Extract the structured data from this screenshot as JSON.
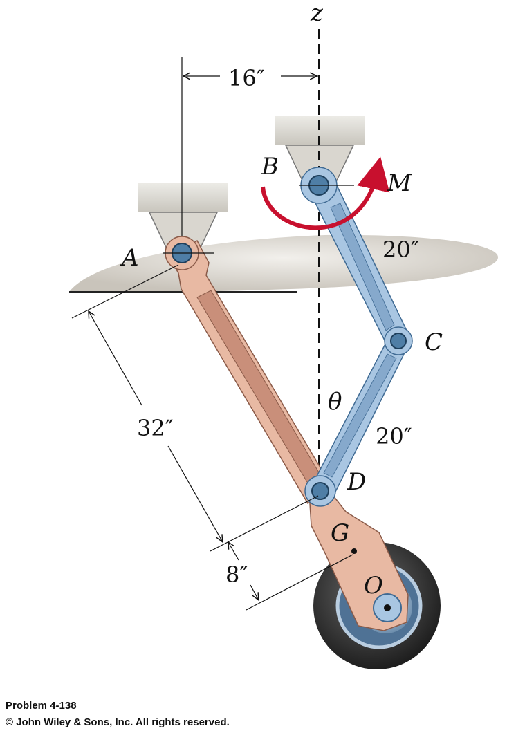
{
  "labels": {
    "z": "z",
    "A": "A",
    "B": "B",
    "C": "C",
    "D": "D",
    "G": "G",
    "O": "O",
    "M": "M",
    "theta": "θ"
  },
  "dimensions": {
    "ab_horizontal": "16″",
    "bc": "20″",
    "cd": "20″",
    "ad": "32″",
    "dg": "8″"
  },
  "caption": {
    "problem": "Problem 4-138",
    "copyright": "© John Wiley & Sons, Inc. All rights reserved."
  },
  "colors": {
    "link_ad": "#e8b9a3",
    "link_ad_inner": "#c98f7a",
    "links_bcd": "#a9c6e2",
    "moment_arrow": "#c8102e",
    "tire": "#3a3a3a",
    "support": "#d9d6cf",
    "wing": "#d8d4cc"
  }
}
